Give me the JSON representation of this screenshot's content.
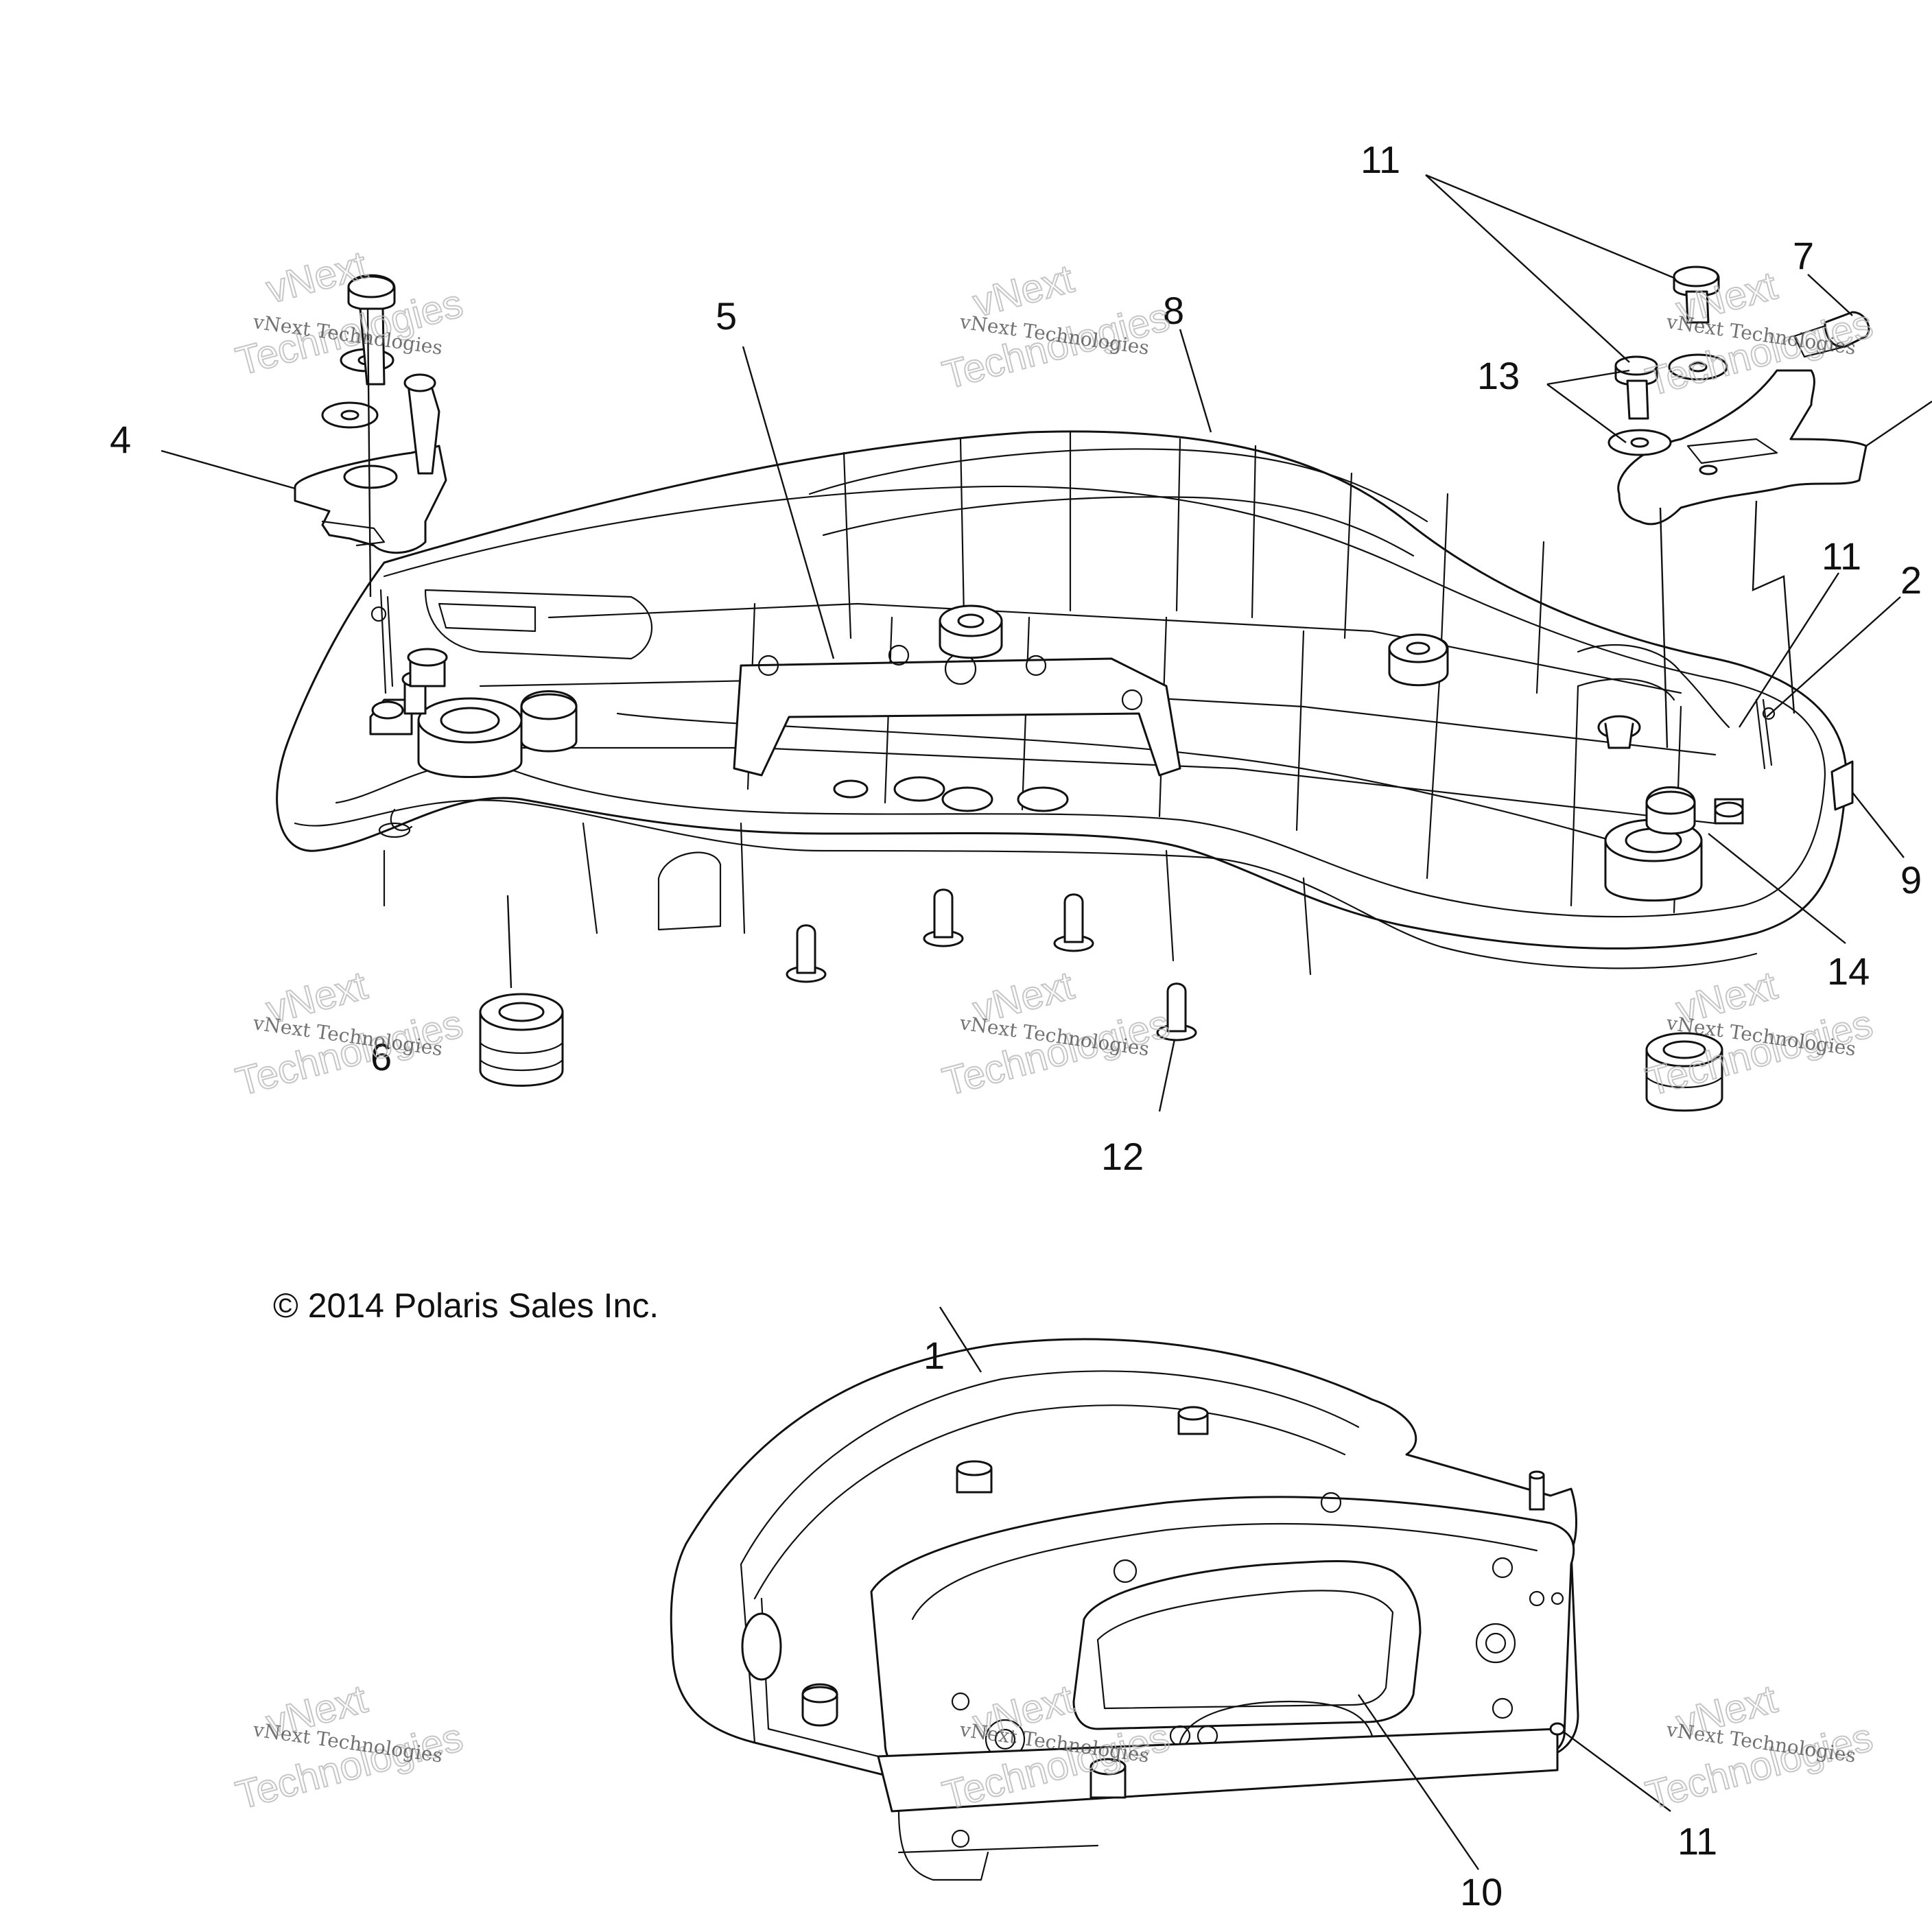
{
  "diagram": {
    "copyright": "© 2014 Polaris Sales Inc.",
    "watermark_small": "vNext Technologies",
    "watermark_big_1": "vNext",
    "watermark_big_2": "Technologies",
    "callouts": {
      "c1": "1",
      "c2": "2",
      "c4": "4",
      "c5": "5",
      "c6": "6",
      "c7": "7",
      "c8": "8",
      "c9": "9",
      "c10": "10",
      "c11a": "11",
      "c11b": "11",
      "c11c": "11",
      "c12": "12",
      "c13": "13",
      "c14": "14"
    }
  }
}
